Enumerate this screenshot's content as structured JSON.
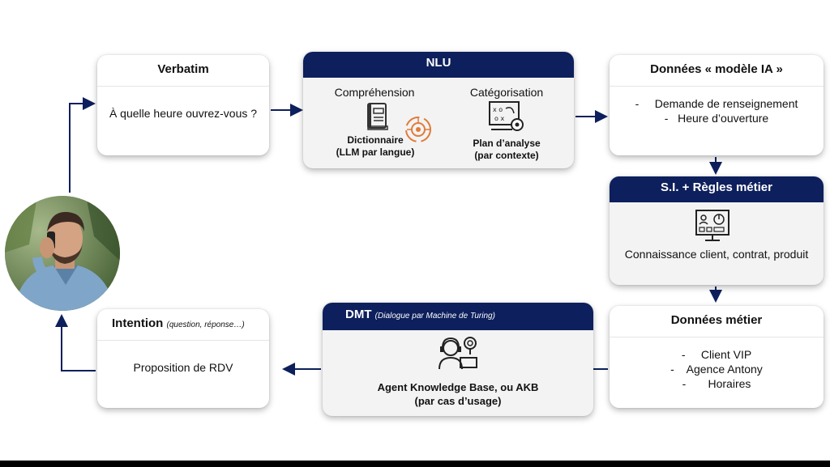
{
  "verbatim": {
    "title": "Verbatim",
    "text": "À quelle heure ouvrez-vous ?"
  },
  "nlu": {
    "title": "NLU",
    "left": {
      "heading": "Compréhension",
      "label_line1": "Dictionnaire",
      "label_line2": "(LLM par langue)"
    },
    "right": {
      "heading": "Catégorisation",
      "label_line1": "Plan d’analyse",
      "label_line2": "(par contexte)"
    }
  },
  "donnees_ia": {
    "title": "Données « modèle IA »",
    "items": [
      "-     Demande de renseignement",
      "-   Heure d’ouverture"
    ]
  },
  "si": {
    "title": "S.I. + Règles métier",
    "text": "Connaissance client, contrat, produit"
  },
  "donnees_metier": {
    "title": "Données métier",
    "items": [
      "-     Client VIP",
      "-    Agence Antony",
      "-       Horaires"
    ]
  },
  "dmt": {
    "title": "DMT",
    "subtitle": "(Dialogue par Machine de Turing)",
    "label_line1": "Agent Knowledge Base, ou AKB",
    "label_line2": "(par cas d’usage)"
  },
  "intention": {
    "title": "Intention",
    "subtitle": "(question, réponse…)",
    "text": "Proposition de RDV"
  },
  "colors": {
    "navy": "#0d1f5c",
    "accent_orange": "#e07b39"
  },
  "icons": [
    "book-icon",
    "ai-brain-icon",
    "strategy-board-icon",
    "dashboard-monitor-icon",
    "support-agent-icon",
    "person-on-phone-photo"
  ]
}
